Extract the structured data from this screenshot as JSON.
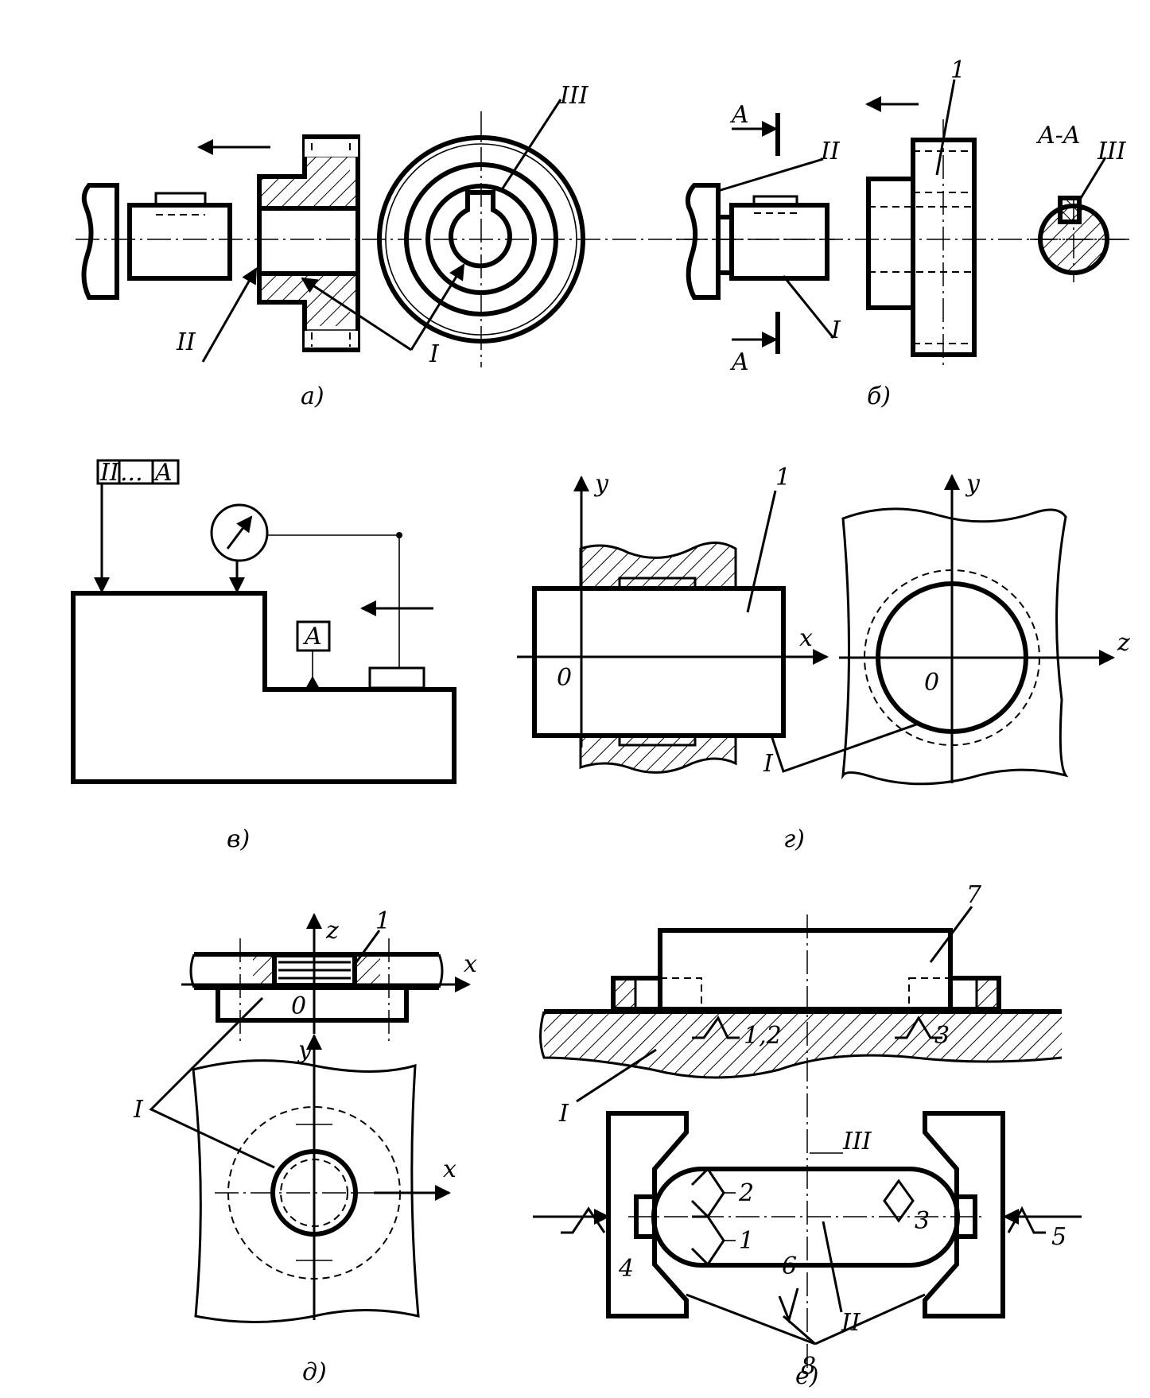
{
  "figure": {
    "captions": [
      "а)",
      "б)",
      "в)",
      "г)",
      "д)",
      "е)"
    ],
    "panel_a": {
      "labels": [
        "III",
        "II",
        "I"
      ]
    },
    "panel_b": {
      "labels": [
        "A",
        "A",
        "II",
        "I",
        "1",
        "A-A",
        "III"
      ]
    },
    "panel_v": {
      "tolerance_frame": [
        "II",
        "...",
        "A"
      ],
      "datum_box": "A"
    },
    "panel_g": {
      "axis_labels": [
        "y",
        "x",
        "0",
        "y",
        "z",
        "0"
      ],
      "labels": [
        "1",
        "I"
      ]
    },
    "panel_d": {
      "axis_labels": [
        "z",
        "x",
        "0",
        "y",
        "x"
      ],
      "labels": [
        "1",
        "I"
      ]
    },
    "panel_e": {
      "labels": [
        "7",
        "1,2",
        "3",
        "I",
        "III",
        "2",
        "1",
        "3",
        "4",
        "5",
        "6",
        "II",
        "8"
      ]
    }
  }
}
